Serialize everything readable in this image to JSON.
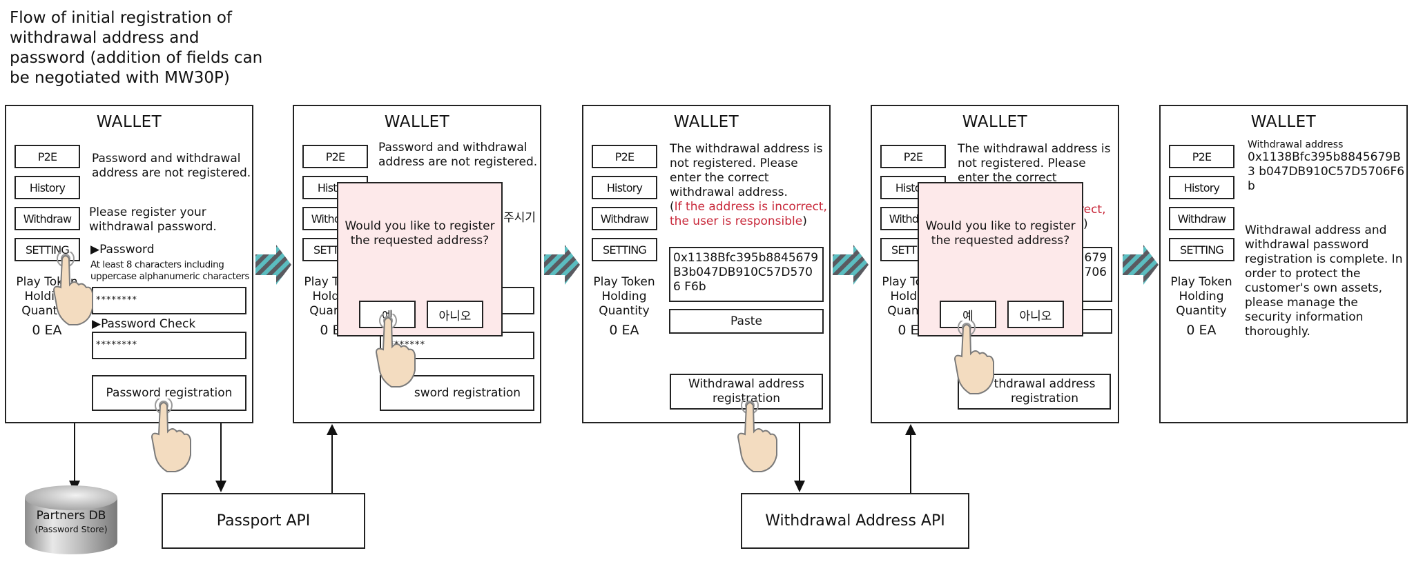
{
  "title": "Flow of initial registration of withdrawal address and password (addition of fields can be negotiated with MW30P)",
  "wallet_title": "WALLET",
  "nav": [
    "P2E",
    "History",
    "Withdraw",
    "SETTING"
  ],
  "token": {
    "label_line1": "Play Token",
    "label_line2": "Holding",
    "label_line3": "Quantity",
    "value": "0 EA"
  },
  "screen1": {
    "status": "Password and withdrawal address are not registered.",
    "prompt": "Please register your withdrawal password.",
    "password_label": "▶Password",
    "password_hint": "At least 8 characters including uppercase alphanumeric characters",
    "password_value": "********",
    "password_check_label": "▶Password Check",
    "password_check_value": "********",
    "register_button": "Password registration"
  },
  "screen2": {
    "status": "Password and withdrawal address are not registered.",
    "behind_text": "주시기",
    "password_check_value": "********",
    "register_button_partial": "sword registration",
    "modal": {
      "question": "Would you like to register the requested address?",
      "yes": "예",
      "no": "아니오"
    }
  },
  "screen3": {
    "status": "The withdrawal address is not registered. Please enter the correct withdrawal address.",
    "warning_open": "(",
    "warning": "If the address is incorrect, the user is responsible",
    "warning_close": ")",
    "address_value": "0x1138Bfc395b8845679 B3b047DB910C57D5706 F6b",
    "paste_button": "Paste",
    "register_button": "Withdrawal address registration"
  },
  "screen4": {
    "status": "The withdrawal address is not registered. Please enter the correct withdrawal",
    "warning_partial": "rect,",
    "warning_close_partial": ")",
    "address_partial_1": "679",
    "address_partial_2": "706",
    "register_button_partial": "thdrawal address registration",
    "modal": {
      "question": "Would you like to register the requested address?",
      "yes": "예",
      "no": "아니오"
    }
  },
  "screen5": {
    "address_label": "Withdrawal address",
    "address_value": "0x1138Bfc395b8845679B3 b047DB910C57D5706F6b",
    "complete_message": "Withdrawal address and withdrawal password registration is complete. In order to protect the customer's own assets, please manage the security information thoroughly."
  },
  "database": {
    "name": "Partners DB",
    "subtitle": "(Password Store)"
  },
  "apis": {
    "passport": "Passport API",
    "withdrawal_address": "Withdrawal Address API"
  },
  "colors": {
    "modal_bg": "#fde9ea",
    "warning_red": "#c8283a",
    "arrow_teal": "#5bbdc0",
    "arrow_dark": "#5a5a60",
    "hand_skin": "#f3dcc0"
  }
}
